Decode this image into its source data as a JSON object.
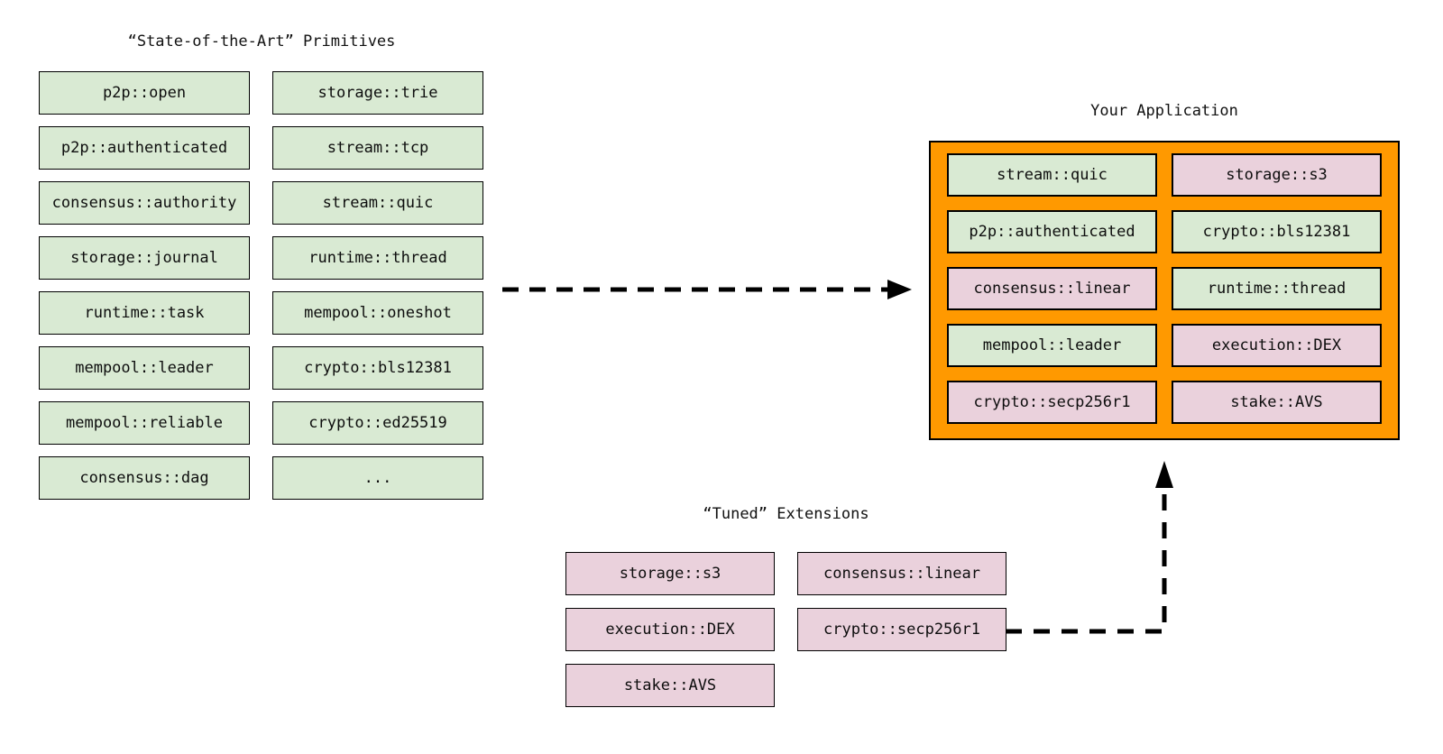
{
  "colors": {
    "primitive_green": "#d9ead3",
    "extension_pink": "#ead1dc",
    "application_orange": "#ff9900",
    "border_black": "#000000",
    "background_white": "#ffffff"
  },
  "primitives": {
    "title": "“State-of-the-Art” Primitives",
    "column_a": [
      "p2p::open",
      "p2p::authenticated",
      "consensus::authority",
      "storage::journal",
      "runtime::task",
      "mempool::leader",
      "mempool::reliable",
      "consensus::dag"
    ],
    "column_b": [
      "storage::trie",
      "stream::tcp",
      "stream::quic",
      "runtime::thread",
      "mempool::oneshot",
      "crypto::bls12381",
      "crypto::ed25519",
      "..."
    ]
  },
  "application": {
    "title": "Your Application",
    "column_a": [
      {
        "label": "stream::quic",
        "kind": "primitive"
      },
      {
        "label": "p2p::authenticated",
        "kind": "primitive"
      },
      {
        "label": "consensus::linear",
        "kind": "extension"
      },
      {
        "label": "mempool::leader",
        "kind": "primitive"
      },
      {
        "label": "crypto::secp256r1",
        "kind": "extension"
      }
    ],
    "column_b": [
      {
        "label": "storage::s3",
        "kind": "extension"
      },
      {
        "label": "crypto::bls12381",
        "kind": "primitive"
      },
      {
        "label": "runtime::thread",
        "kind": "primitive"
      },
      {
        "label": "execution::DEX",
        "kind": "extension"
      },
      {
        "label": "stake::AVS",
        "kind": "extension"
      }
    ]
  },
  "extensions": {
    "title": "“Tuned” Extensions",
    "column_a": [
      "storage::s3",
      "execution::DEX",
      "stake::AVS"
    ],
    "column_b": [
      "consensus::linear",
      "crypto::secp256r1"
    ]
  },
  "arrows": {
    "primitives_to_app": {
      "style": "dashed",
      "direction": "right"
    },
    "extensions_to_app": {
      "style": "dashed",
      "direction": "up"
    }
  }
}
